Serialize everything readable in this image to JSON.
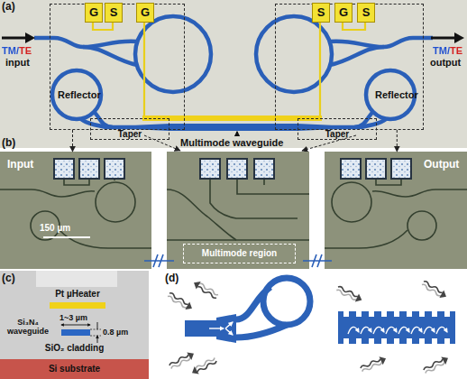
{
  "diagram": {
    "nodes": [
      {
        "text": [
          "Reflector"
        ]
      },
      {
        "text": [
          "G"
        ],
        "in": 0
      },
      {
        "text": [
          "S"
        ],
        "in": 0
      },
      {
        "text": [
          "G"
        ],
        "in": 0
      },
      {
        "text": [
          "Reflector"
        ]
      },
      {
        "text": [
          "S"
        ],
        "in": 4
      },
      {
        "text": [
          "G"
        ],
        "in": 4
      },
      {
        "text": [
          "S"
        ],
        "in": 4
      },
      {
        "text": [
          "Taper"
        ]
      },
      {
        "text": [
          "Taper"
        ]
      },
      {
        "text": [
          "Input"
        ]
      },
      {
        "text": [
          "Multimode region"
        ]
      },
      {
        "text": [
          "Output"
        ]
      },
      {
        "text": [
          "Pt µHeater"
        ]
      },
      {
        "text": [
          "SiO₂ cladding"
        ]
      },
      {
        "text": [
          "Si substrate"
        ]
      }
    ],
    "edges": [
      {
        "from": 0,
        "to": 10,
        "arrow": "to"
      },
      {
        "from": 4,
        "to": 12,
        "arrow": "to"
      }
    ],
    "labels": [
      "(a)",
      "TM/TE",
      "input",
      "TM/TE",
      "output",
      "Multimode waveguide",
      "(b)",
      "150 µm",
      "(c)",
      "Si₃N₄ waveguide",
      "1~3 µm",
      "0.8 µm",
      "(d)"
    ]
  }
}
